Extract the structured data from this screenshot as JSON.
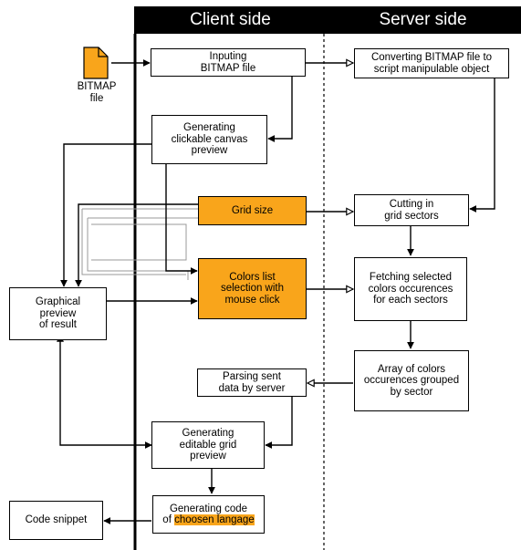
{
  "headers": {
    "client": "Client side",
    "server": "Server side"
  },
  "file_icon": {
    "label_line1": "BITMAP",
    "label_line2": "file",
    "color": "#f9a51b"
  },
  "colors": {
    "highlight": "#f9a51b",
    "header_bg": "#000000",
    "header_text": "#ffffff"
  },
  "nodes": {
    "inputing": {
      "line1": "Inputing",
      "line2": "BITMAP file"
    },
    "converting": {
      "line1": "Converting BITMAP file to",
      "line2": "script manipulable object"
    },
    "canvas_preview": {
      "line1": "Generating",
      "line2": "clickable canvas",
      "line3": "preview"
    },
    "grid_size": {
      "line1": "Grid size"
    },
    "cutting": {
      "line1": "Cutting in",
      "line2": "grid sectors"
    },
    "colors_list": {
      "line1": "Colors list",
      "line2": "selection with",
      "line3": "mouse click"
    },
    "fetching": {
      "line1": "Fetching selected",
      "line2": "colors occurences",
      "line3": "for each sectors"
    },
    "graphical": {
      "line1": "Graphical",
      "line2": "preview",
      "line3": "of result"
    },
    "array": {
      "line1": "Array of colors",
      "line2": "occurences grouped",
      "line3": "by sector"
    },
    "parsing": {
      "line1": "Parsing sent",
      "line2": "data by server"
    },
    "editable": {
      "line1": "Generating",
      "line2": "editable grid",
      "line3": "preview"
    },
    "code": {
      "line1": "Generating code",
      "line2_pre": "of ",
      "line2_hl": "choosen langage"
    },
    "snippet": {
      "line1": "Code snippet"
    }
  }
}
